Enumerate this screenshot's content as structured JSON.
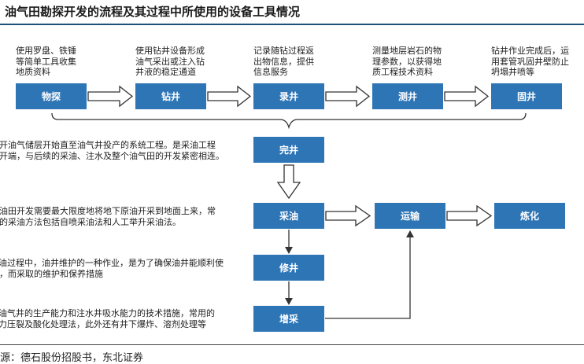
{
  "title": "油气田勘探开发的流程及其过程中所使用的设备工具情况",
  "source": "源：德石股份招股书，东北证券",
  "stages": {
    "explore": {
      "label": "物探",
      "desc": [
        "使用罗盘、铁锤",
        "等简单工具收集",
        "地质资料"
      ]
    },
    "drill": {
      "label": "钻井",
      "desc": [
        "使用钻井设备形成",
        "油气采出或注入钻",
        "井液的稳定通道"
      ]
    },
    "logging": {
      "label": "录井",
      "desc": [
        "记录随钻过程返",
        "出物信息，提供",
        "信息服务"
      ]
    },
    "testing": {
      "label": "测井",
      "desc": [
        "测量地层岩石的物",
        "理参数，以获得地",
        "质工程技术资料"
      ]
    },
    "cementing": {
      "label": "固井",
      "desc": [
        "钻井作业完成后，运",
        "用套管巩固井壁防止",
        "坍塌井喷等"
      ]
    }
  },
  "completion": {
    "label": "完井",
    "desc": [
      "钻开油气储层开始直至油气井投产的系统工程。是采油工程",
      "的开端，与后续的采油、注水及整个油气田的开发紧密相连。"
    ]
  },
  "production": {
    "label": "采油",
    "desc": [
      "在油田开发需要最大限度地将地下原油开采到地面上来，常",
      "用的采油方法包括自喷采油法和人工举升采油法。"
    ]
  },
  "transport": {
    "label": "运输"
  },
  "refining": {
    "label": "炼化"
  },
  "workover": {
    "label": "修井",
    "desc": [
      "在采油过程中，油井维护的一种作业，是为了确保油井能顺利使",
      "用，而采取的维护和保养措施"
    ]
  },
  "stimulation": {
    "label": "增采",
    "desc": [
      "提高油气井的生产能力和注水井吸水能力的技术措施，常用的",
      "有水力压裂及酸化处理法，此外还有井下爆炸、溶剂处理等"
    ]
  }
}
